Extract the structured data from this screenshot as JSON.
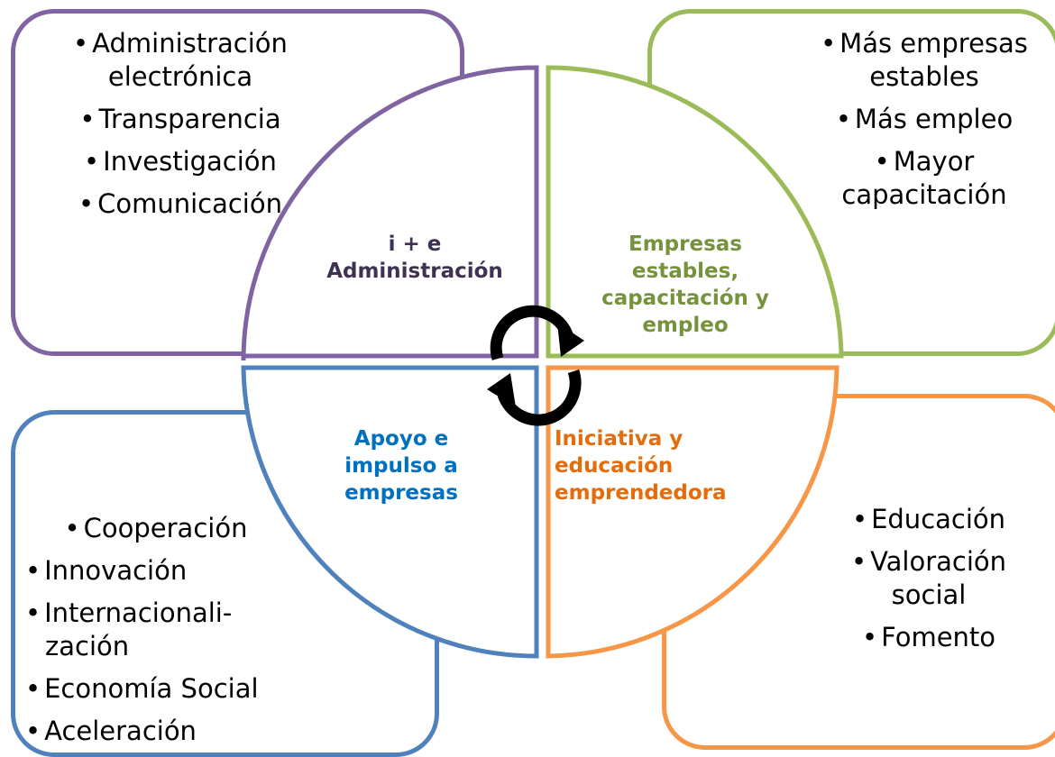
{
  "quadrants": {
    "top_left": {
      "title_line1": "i + e",
      "title_line2": "Administración",
      "color": "#8064a2",
      "items": [
        "Administración electrónica",
        "Transparencia",
        "Investigación",
        "Comunicación"
      ]
    },
    "top_right": {
      "title_line1": "Empresas",
      "title_line2": "estables,",
      "title_line3": "capacitación y",
      "title_line4": "empleo",
      "color": "#9bbb59",
      "items": [
        "Más empresas estables",
        "Más empleo",
        "Mayor capacitación"
      ]
    },
    "bottom_left": {
      "title_line1": "Apoyo e",
      "title_line2": "impulso a",
      "title_line3": "empresas",
      "color": "#4f81bd",
      "items": [
        "Cooperación",
        "Innovación",
        "Internacionali-zación",
        "Economía Social",
        "Aceleración"
      ]
    },
    "bottom_right": {
      "title_line1": "Iniciativa y",
      "title_line2": "educación",
      "title_line3": "emprendedora",
      "color": "#f79646",
      "items": [
        "Educación",
        "Valoración social",
        "Fomento"
      ]
    }
  },
  "center_icon": "cycle-arrows-icon"
}
